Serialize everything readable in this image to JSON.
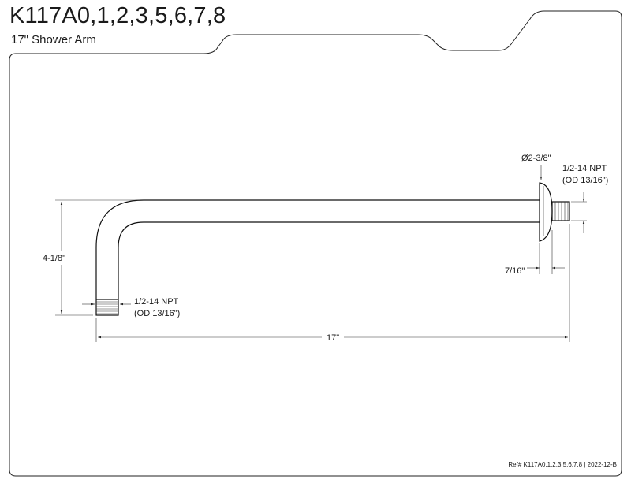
{
  "header": {
    "title": "K117A0,1,2,3,5,6,7,8",
    "subtitle": "17\" Shower Arm"
  },
  "dimensions": {
    "flange_diameter": "Ø2-3/8\"",
    "right_thread": "1/2-14 NPT",
    "right_thread_od": "(OD 13/16\")",
    "flange_depth": "7/16\"",
    "height": "4-1/8\"",
    "left_thread": "1/2-14 NPT",
    "left_thread_od": "(OD 13/16\")",
    "length": "17\""
  },
  "footer": {
    "ref": "Ref# K117A0,1,2,3,5,6,7,8 | 2022-12-B"
  }
}
